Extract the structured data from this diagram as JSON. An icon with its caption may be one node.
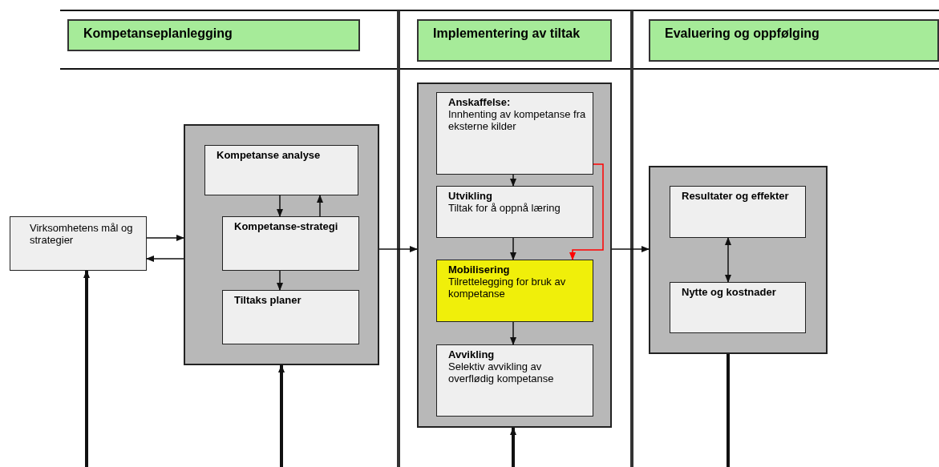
{
  "diagram": {
    "nodes": [
      {
        "text": [
          "Kompetanseplanlegging"
        ]
      },
      {
        "text": [
          "Implementering av tiltak"
        ]
      },
      {
        "text": [
          "Evaluering og oppfølging"
        ]
      },
      {
        "text": [
          "Virksomhetens mål og strategier"
        ]
      },
      {
        "text": [],
        "shape": "box"
      },
      {
        "text": [
          "Kompetanse analyse"
        ],
        "in": 4
      },
      {
        "text": [
          "Kompetanse-strategi"
        ],
        "in": 4
      },
      {
        "text": [
          "Tiltaks planer"
        ],
        "in": 4
      },
      {
        "text": [],
        "shape": "box"
      },
      {
        "text": [
          "Anskaffelse:",
          "Innhenting av kompetanse fra eksterne kilder"
        ],
        "in": 8
      },
      {
        "text": [
          "Utvikling",
          "Tiltak for å oppnå læring"
        ],
        "in": 8
      },
      {
        "text": [
          "Mobilisering",
          "Tilrettelegging for bruk av kompetanse"
        ],
        "in": 8
      },
      {
        "text": [
          "Avvikling",
          "Selektiv avvikling av overflødig kompetanse"
        ],
        "in": 8
      },
      {
        "text": [],
        "shape": "box"
      },
      {
        "text": [
          "Resultater og effekter"
        ],
        "in": 13
      },
      {
        "text": [
          "Nytte og kostnader"
        ],
        "in": 13
      }
    ],
    "edges": [
      {
        "from": 3,
        "to": 4,
        "arrow": "to"
      },
      {
        "from": 4,
        "to": 3,
        "arrow": "to"
      },
      {
        "from": 5,
        "to": 6,
        "arrow": "to"
      },
      {
        "from": 6,
        "to": 5,
        "arrow": "to"
      },
      {
        "from": 6,
        "to": 7,
        "arrow": "to"
      },
      {
        "from": 4,
        "to": 8,
        "arrow": "to"
      },
      {
        "from": 9,
        "to": 10,
        "arrow": "to"
      },
      {
        "from": 10,
        "to": 11,
        "arrow": "to"
      },
      {
        "from": 11,
        "to": 12,
        "arrow": "to"
      },
      {
        "from": 9,
        "to": 11,
        "arrow": "to",
        "color": "#ff0000"
      },
      {
        "from": 8,
        "to": 13,
        "arrow": "to"
      },
      {
        "from": 14,
        "to": 15,
        "arrow": "both"
      },
      {
        "from": null,
        "to": 3,
        "arrow": "to",
        "style": "thick"
      },
      {
        "from": null,
        "to": 4,
        "arrow": "to",
        "style": "thick"
      },
      {
        "from": null,
        "to": 8,
        "arrow": "to",
        "style": "thick"
      },
      {
        "from": 13,
        "to": null,
        "arrow": "none",
        "style": "thick"
      }
    ]
  }
}
